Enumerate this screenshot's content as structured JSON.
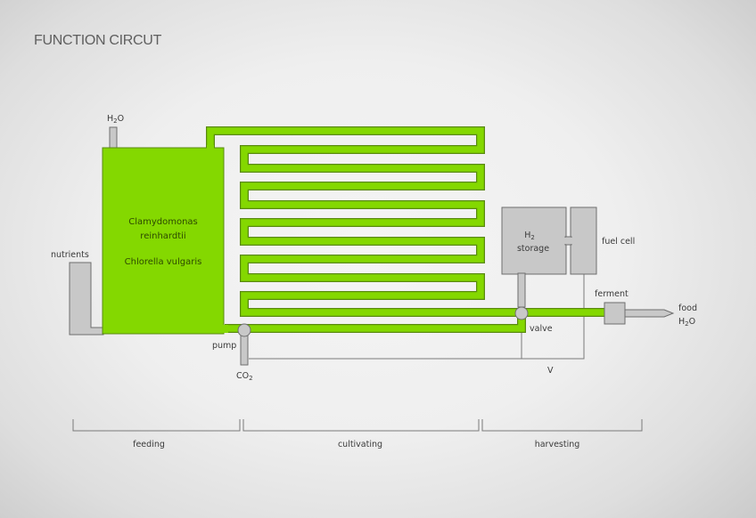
{
  "title": "FUNCTION CIRCUT",
  "colors": {
    "algae_green": "#84d800",
    "green_outline": "#5a8a10",
    "component_gray": "#c8c8c8",
    "gray_outline": "#6e6e6e",
    "line_gray": "#7a7a7a",
    "label_text": "#3a3a3a"
  },
  "labels": {
    "h2o_inlet": {
      "main": "H",
      "sub": "2",
      "tail": "O"
    },
    "nutrients": "nutrients",
    "organism_1a": "Clamydomonas",
    "organism_1b": "reinhardtii",
    "organism_2": "Chlorella vulgaris",
    "pump": "pump",
    "co2": {
      "main": "CO",
      "sub": "2"
    },
    "h2_storage_a": {
      "main": "H",
      "sub": "2"
    },
    "h2_storage_b": "storage",
    "fuel_cell": "fuel cell",
    "ferment": "ferment",
    "valve": "valve",
    "voltage": "V",
    "output_1": "food",
    "output_2": {
      "main": "H",
      "sub": "2",
      "tail": "O"
    }
  },
  "stages": [
    {
      "label": "feeding"
    },
    {
      "label": "cultivating"
    },
    {
      "label": "harvesting"
    }
  ]
}
